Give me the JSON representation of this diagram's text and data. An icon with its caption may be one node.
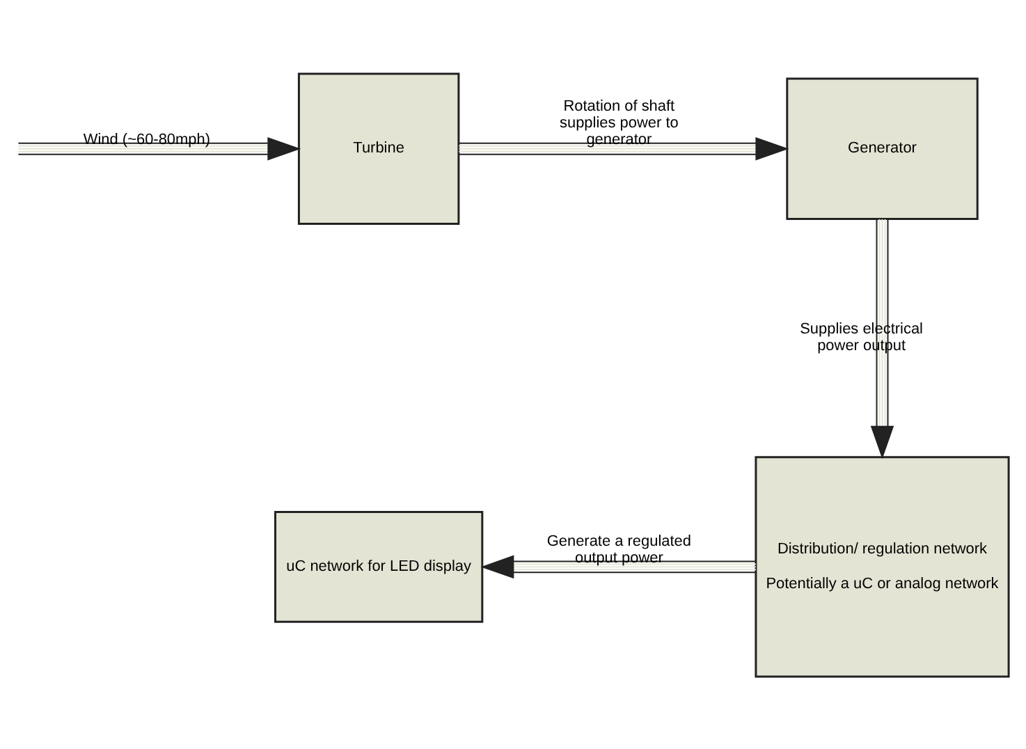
{
  "diagram": {
    "nodes": [
      {
        "text": [
          "Turbine"
        ]
      },
      {
        "text": [
          "Generator"
        ]
      },
      {
        "text": [
          "Distribution/ regulation network",
          "Potentially a uC or analog network"
        ]
      },
      {
        "text": [
          "uC network for LED display"
        ]
      }
    ],
    "edges": [
      {
        "from": null,
        "to": 0,
        "arrow": "to",
        "label": "Wind (~60-80mph)"
      },
      {
        "from": 0,
        "to": 1,
        "arrow": "to",
        "label": "Rotation of shaft supplies power to generator"
      },
      {
        "from": 1,
        "to": 2,
        "arrow": "to",
        "label": "Supplies electrical power output"
      },
      {
        "from": 2,
        "to": 3,
        "arrow": "to",
        "label": "Generate a regulated output power"
      }
    ]
  }
}
